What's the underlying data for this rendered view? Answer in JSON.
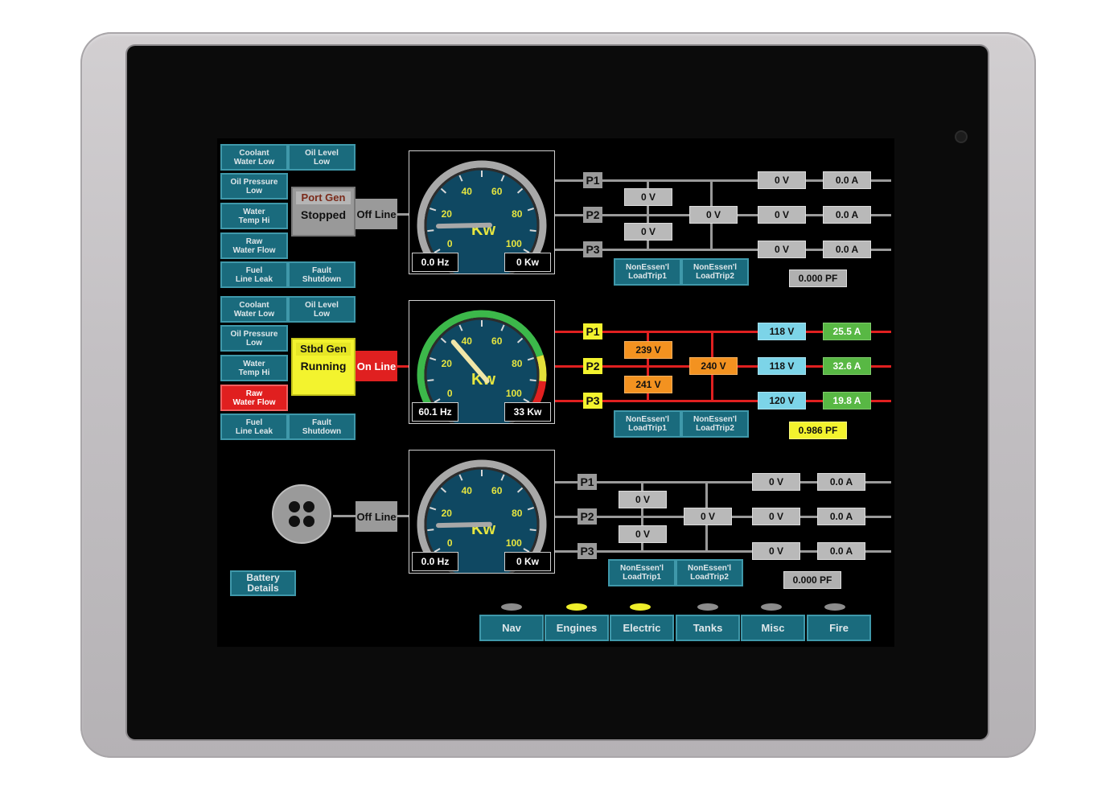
{
  "colors": {
    "panel_teal": "#1a6b7d",
    "alarm_red": "#e01f1f",
    "running_yellow": "#f3f32e",
    "bus_red": "#e02020",
    "bus_grey": "#9a9a9a",
    "current_green": "#58b844",
    "volt_cyan": "#7cd4e8",
    "volt_orange": "#f39220"
  },
  "generators": [
    {
      "alarms": [
        {
          "label": "Coolant\nWater Low",
          "state": "normal"
        },
        {
          "label": "Oil Level\nLow",
          "state": "normal"
        },
        {
          "label": "Oil Pressure\nLow",
          "state": "normal"
        },
        {
          "label": "Water\nTemp Hi",
          "state": "normal"
        },
        {
          "label": "Raw\nWater Flow",
          "state": "normal"
        },
        {
          "label": "Fuel\nLine Leak",
          "state": "normal"
        },
        {
          "label": "Fault\nShutdown",
          "state": "normal"
        }
      ],
      "name": "Port Gen",
      "state": "Stopped",
      "line_status": "Off Line",
      "gauge": {
        "unit": "Kw",
        "ticks": [
          "0",
          "20",
          "40",
          "60",
          "80",
          "100"
        ],
        "value": 0,
        "hz": "0.0 Hz",
        "kw": "0 Kw"
      },
      "phases": [
        "P1",
        "P2",
        "P3"
      ],
      "line_voltages": [
        "0 V",
        "0 V"
      ],
      "mid_voltage": "0 V",
      "phase_voltages": [
        "0 V",
        "0 V",
        "0 V"
      ],
      "phase_currents": [
        "0.0 A",
        "0.0 A",
        "0.0 A"
      ],
      "power_factor": "0.000 PF",
      "load_trips": [
        "NonEssen'l\nLoadTrip1",
        "NonEssen'l\nLoadTrip2"
      ]
    },
    {
      "alarms": [
        {
          "label": "Coolant\nWater Low",
          "state": "normal"
        },
        {
          "label": "Oil Level\nLow",
          "state": "normal"
        },
        {
          "label": "Oil Pressure\nLow",
          "state": "normal"
        },
        {
          "label": "Water\nTemp Hi",
          "state": "normal"
        },
        {
          "label": "Raw\nWater Flow",
          "state": "alarm"
        },
        {
          "label": "Fuel\nLine Leak",
          "state": "normal"
        },
        {
          "label": "Fault\nShutdown",
          "state": "normal"
        }
      ],
      "name": "Stbd Gen",
      "state": "Running",
      "line_status": "On Line",
      "gauge": {
        "unit": "Kw",
        "ticks": [
          "0",
          "20",
          "40",
          "60",
          "80",
          "100"
        ],
        "value": 33,
        "hz": "60.1 Hz",
        "kw": "33 Kw"
      },
      "phases": [
        "P1",
        "P2",
        "P3"
      ],
      "line_voltages": [
        "239 V",
        "241 V"
      ],
      "mid_voltage": "240 V",
      "phase_voltages": [
        "118 V",
        "118 V",
        "120 V"
      ],
      "phase_currents": [
        "25.5 A",
        "32.6 A",
        "19.8 A"
      ],
      "power_factor": "0.986 PF",
      "load_trips": [
        "NonEssen'l\nLoadTrip1",
        "NonEssen'l\nLoadTrip2"
      ]
    },
    {
      "alarms": [],
      "name": "",
      "state": "",
      "line_status": "Off Line",
      "gauge": {
        "unit": "Kw",
        "ticks": [
          "0",
          "20",
          "40",
          "60",
          "80",
          "100"
        ],
        "value": 0,
        "hz": "0.0 Hz",
        "kw": "0 Kw"
      },
      "phases": [
        "P1",
        "P2",
        "P3"
      ],
      "line_voltages": [
        "0 V",
        "0 V"
      ],
      "mid_voltage": "0 V",
      "phase_voltages": [
        "0 V",
        "0 V",
        "0 V"
      ],
      "phase_currents": [
        "0.0 A",
        "0.0 A",
        "0.0 A"
      ],
      "power_factor": "0.000 PF",
      "load_trips": [
        "NonEssen'l\nLoadTrip1",
        "NonEssen'l\nLoadTrip2"
      ]
    }
  ],
  "battery_button": "Battery\nDetails",
  "nav": [
    {
      "label": "Nav",
      "led": "off"
    },
    {
      "label": "Engines",
      "led": "on"
    },
    {
      "label": "Electric",
      "led": "on"
    },
    {
      "label": "Tanks",
      "led": "off"
    },
    {
      "label": "Misc",
      "led": "off"
    },
    {
      "label": "Fire",
      "led": "off"
    }
  ]
}
